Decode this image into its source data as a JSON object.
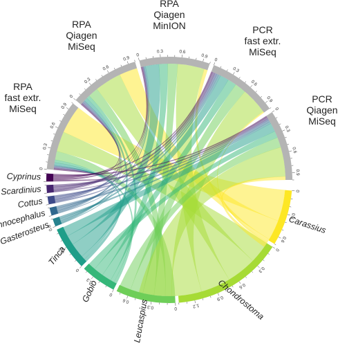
{
  "chart_data": {
    "type": "chord",
    "methods": [
      {
        "label": [
          "PCR",
          "Qiagen",
          "MiSeq"
        ],
        "value": 1.0,
        "color": "#b4b4b4"
      },
      {
        "label": [
          "PCR",
          "fast extr.",
          "MiSeq"
        ],
        "value": 1.0,
        "color": "#b4b4b4"
      },
      {
        "label": [
          "RPA",
          "Qiagen",
          "MinION"
        ],
        "value": 1.0,
        "color": "#b4b4b4"
      },
      {
        "label": [
          "RPA",
          "Qiagen",
          "MiSeq"
        ],
        "value": 1.0,
        "color": "#b4b4b4"
      },
      {
        "label": [
          "RPA",
          "fast extr.",
          "MiSeq"
        ],
        "value": 1.0,
        "color": "#b4b4b4"
      }
    ],
    "taxa": [
      {
        "name": "Cyprinus",
        "value": 0.1,
        "color": "#440154"
      },
      {
        "name": "Scardinius",
        "value": 0.1,
        "color": "#46256f"
      },
      {
        "name": "Cottus",
        "value": 0.1,
        "color": "#3e4a89"
      },
      {
        "name": "Gymnocephalus",
        "value": 0.1,
        "color": "#31688e"
      },
      {
        "name": "Gasterosteus",
        "value": 0.1,
        "color": "#26828e"
      },
      {
        "name": "Tinca",
        "value": 0.55,
        "color": "#1f9e89"
      },
      {
        "name": "Gobio",
        "value": 0.45,
        "color": "#35b779"
      },
      {
        "name": "Leucaspius",
        "value": 0.75,
        "color": "#6ece58"
      },
      {
        "name": "Chondrostoma",
        "value": 1.4,
        "color": "#a6db35"
      },
      {
        "name": "Carassius",
        "value": 0.7,
        "color": "#fde725"
      }
    ],
    "flows": [
      [
        0.02,
        0.01,
        0.02,
        0.01,
        0.01,
        0.04,
        0.04,
        0.13,
        0.3,
        0.42
      ],
      [
        0.02,
        0.01,
        0.02,
        0.02,
        0.01,
        0.05,
        0.05,
        0.15,
        0.4,
        0.27
      ],
      [
        0.02,
        0.01,
        0.01,
        0.01,
        0.02,
        0.2,
        0.13,
        0.15,
        0.4,
        0.05
      ],
      [
        0.02,
        0.04,
        0.03,
        0.03,
        0.03,
        0.13,
        0.13,
        0.17,
        0.4,
        0.02
      ],
      [
        0.02,
        0.03,
        0.02,
        0.03,
        0.03,
        0.13,
        0.1,
        0.15,
        0.44,
        0.05
      ]
    ],
    "method_ticks": [
      "0",
      "0.3",
      "0.6",
      "0.9"
    ],
    "taxon_tick_labels": {
      "Carassius": [
        "0",
        "0.3",
        "0.6"
      ],
      "Chondrostoma": [
        "0",
        "0.3",
        "0.6",
        "0.9",
        "1.2"
      ],
      "Leucaspius": [
        "0",
        "0.3",
        "0.6"
      ],
      "Gobio": [
        "0",
        "0.3"
      ],
      "Tinca": [
        "0",
        "0.3",
        "0.6"
      ]
    },
    "link_opacity": 0.5,
    "grid": false,
    "legend": "none"
  }
}
